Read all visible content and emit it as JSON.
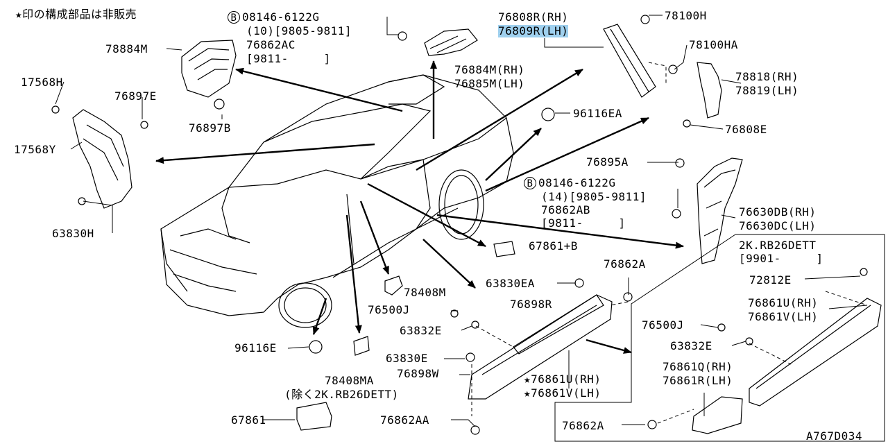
{
  "note": "★印の構成部品は非販売",
  "figure_code": "A767D034",
  "labels": {
    "p08146_6122G_a": "08146-6122G",
    "p08146_6122G_a_qty": "(10)[9805-9811]",
    "p76862AC": "76862AC",
    "p76862AC_range": "[9811-     ]",
    "p78884M": "78884M",
    "p76808R": "76808R(RH)",
    "p76809R": "76809R(LH)",
    "p78100H": "78100H",
    "p78100HA": "78100HA",
    "p76884M": "76884M(RH)",
    "p76885M": "76885M(LH)",
    "p78818": "78818(RH)",
    "p78819": "78819(LH)",
    "p17568H": "17568H",
    "p76897E": "76897E",
    "p76897B": "76897B",
    "p96116EA": "96116EA",
    "p76808E": "76808E",
    "p17568Y": "17568Y",
    "p76895A": "76895A",
    "p08146_6122G_b": "08146-6122G",
    "p08146_6122G_b_qty": "(14)[9805-9811]",
    "p76862AB": "76862AB",
    "p76862AB_range": "[9811-     ]",
    "p76630DB": "76630DB(RH)",
    "p76630DC": "76630DC(LH)",
    "p63830H": "63830H",
    "p67861B": "67861+B",
    "p2K_RB26_a": "2K.RB26DETT",
    "p2K_RB26_a_range": "[9901-     ]",
    "p76862A_top": "76862A",
    "p72812E": "72812E",
    "p78408M": "78408M",
    "p63830EA": "63830EA",
    "p76898R": "76898R",
    "p76861U_right": "76861U(RH)",
    "p76861V_right": "76861V(LH)",
    "p76500J_a": "76500J",
    "p76500J_b": "76500J",
    "p63832E_a": "63832E",
    "p63832E_b": "63832E",
    "p96116E": "96116E",
    "p63830E": "63830E",
    "p76898W": "76898W",
    "p76861U_star": "76861U(RH)",
    "p76861V_star": "76861V(LH)",
    "p76861Q": "76861Q(RH)",
    "p76861R": "76861R(LH)",
    "p78408MA": "78408MA",
    "p78408MA_note": "(除く2K.RB26DETT)",
    "p67861": "67861",
    "p76862AA": "76862AA",
    "p76862A_bottom": "76862A",
    "callout_B": "B",
    "star": "★"
  }
}
